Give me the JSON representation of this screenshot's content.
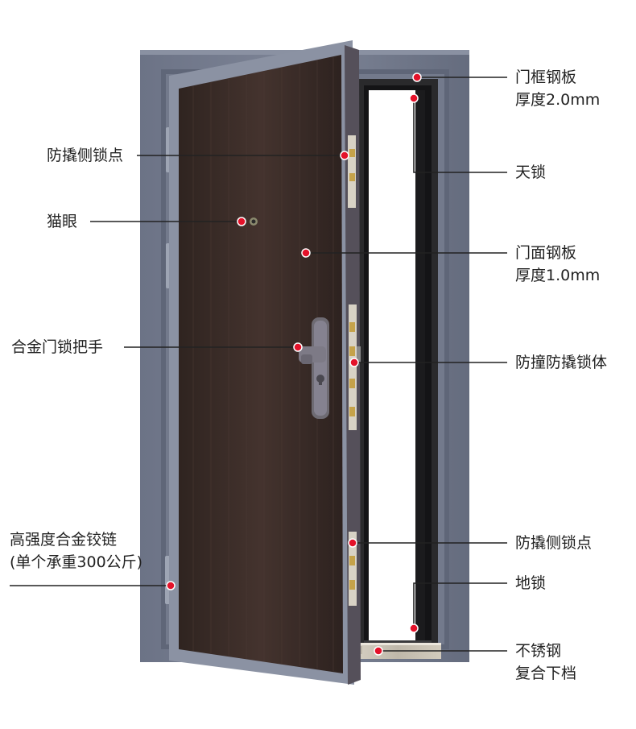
{
  "labels": {
    "frame_plate": [
      "门框钢板",
      "厚度2.0mm"
    ],
    "top_lock": [
      "天锁"
    ],
    "panel_plate": [
      "门面钢板",
      "厚度1.0mm"
    ],
    "lock_body": [
      "防撞防撬锁体"
    ],
    "side_point_right": [
      "防撬侧锁点"
    ],
    "ground_lock": [
      "地锁"
    ],
    "threshold": [
      "不锈钢",
      "复合下档"
    ],
    "side_point_left": [
      "防撬侧锁点"
    ],
    "peephole": [
      "猫眼"
    ],
    "handle": [
      "合金门锁把手"
    ],
    "hinge": [
      "高强度合金铰链",
      "(单个承重300公斤)"
    ]
  },
  "colors": {
    "frame": "#767d8f",
    "frame_edge": "#5d6475",
    "panel": "#3b2c28",
    "panel_grain": "#4a3833",
    "dot": "#e4122a",
    "line": "#222222",
    "opening": "#1d1d1f",
    "steel": "#c9c2b4"
  }
}
